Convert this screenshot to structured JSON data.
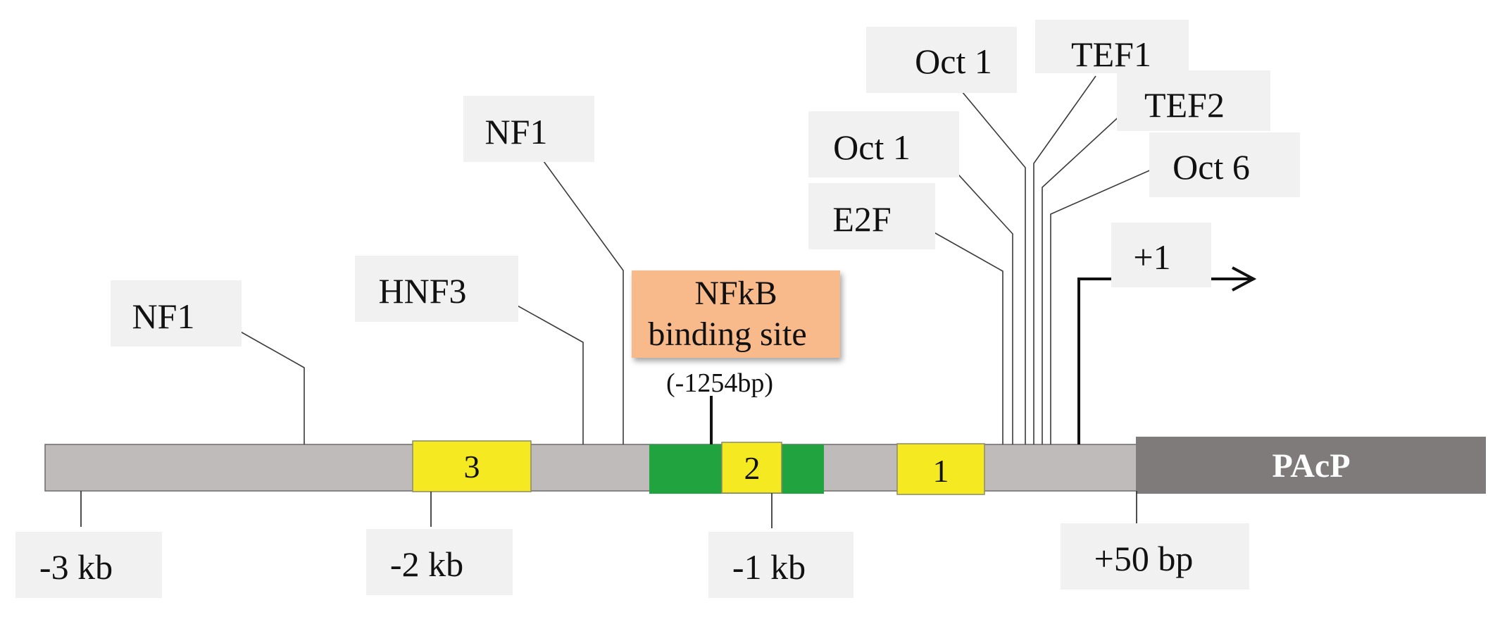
{
  "colors": {
    "strand": "#bfbbba",
    "exon_yellow": "#f5e922",
    "nfkb_region_green": "#21a43f",
    "nfkb_box_orange": "#f8b98b",
    "gene_box": "#7f7b7a",
    "label_box": "#f2f1f1"
  },
  "factors": {
    "nf1_left": "NF1",
    "hnf3": "HNF3",
    "nf1_mid": "NF1",
    "e2f": "E2F",
    "oct1_lower": "Oct 1",
    "oct1_upper": "Oct 1",
    "tef1": "TEF1",
    "tef2": "TEF2",
    "oct6": "Oct 6"
  },
  "nfkb": {
    "line1": "NFkB",
    "line2": "binding site",
    "position": "(-1254bp)"
  },
  "regions": {
    "r3": "3",
    "r2": "2",
    "r1": "1"
  },
  "gene": {
    "name": "PAcP"
  },
  "tss": {
    "label": "+1"
  },
  "scale": {
    "minus3kb": "-3 kb",
    "minus2kb": "-2 kb",
    "minus1kb": "-1 kb",
    "plus50bp": "+50 bp"
  }
}
